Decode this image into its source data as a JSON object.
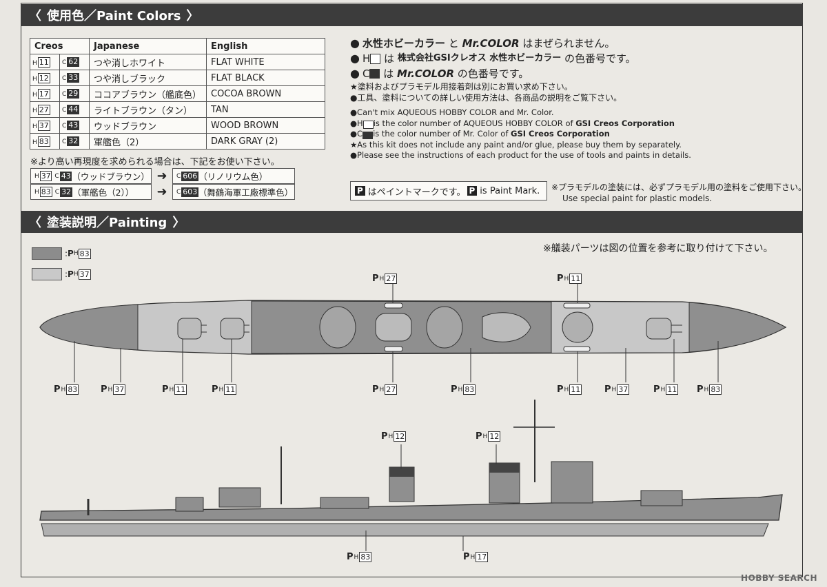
{
  "sections": {
    "colors_title": "使用色／Paint Colors",
    "painting_title": "塗装説明／Painting"
  },
  "table": {
    "headers": [
      "Creos",
      "Japanese",
      "English"
    ],
    "rows": [
      {
        "h": "11",
        "c": "62",
        "jp": "つや消しホワイト",
        "en": "FLAT WHITE"
      },
      {
        "h": "12",
        "c": "33",
        "jp": "つや消しブラック",
        "en": "FLAT BLACK"
      },
      {
        "h": "17",
        "c": "29",
        "jp": "ココアブラウン（艦底色）",
        "en": "COCOA BROWN"
      },
      {
        "h": "27",
        "c": "44",
        "jp": "ライトブラウン（タン）",
        "en": "TAN"
      },
      {
        "h": "37",
        "c": "43",
        "jp": "ウッドブラウン",
        "en": "WOOD BROWN"
      },
      {
        "h": "83",
        "c": "32",
        "jp": "軍艦色（2）",
        "en": "DARK GRAY (2)"
      }
    ]
  },
  "reproduction_note": "※より高い再現度を求められる場合は、下記をお使い下さい。",
  "mix_rows": [
    {
      "h": "37",
      "c": "43",
      "from_label": "（ウッドブラウン）",
      "to_c": "606",
      "to_label": "（リノリウム色）"
    },
    {
      "h": "83",
      "c": "32",
      "from_label": "（軍艦色（2））",
      "to_c": "603",
      "to_label": "（舞鶴海軍工廠標準色）"
    }
  ],
  "info": {
    "line1_a": "水性ホビーカラー",
    "line1_b": "と",
    "line1_c": "Mr.COLOR",
    "line1_d": "はまぜられません。",
    "line2_a": "は",
    "line2_b": "株式会社GSIクレオス 水性ホビーカラー",
    "line2_c": "の色番号です。",
    "line3_a": "は",
    "line3_b": "Mr.COLOR",
    "line3_c": "の色番号です。",
    "jp_note1": "★塗料およびプラモデル用接着剤は別にお買い求め下さい。",
    "jp_note2": "●工具、塗料についての詳しい使用方法は、各商品の説明をご覧下さい。",
    "en1": "●Can't mix AQUEOUS HOBBY COLOR and Mr. Color.",
    "en2_a": "is the color number of AQUEOUS HOBBY COLOR of",
    "en2_b": "GSI Creos Corporation",
    "en3_a": "is the color number of Mr. Color of",
    "en3_b": "GSI Creos Corporation",
    "en4": "★As this kit does not include any paint and/or glue, please buy them by separately.",
    "en5": "●Please see the instructions of each product for the use of tools and paints in details."
  },
  "paint_mark": {
    "jp": "はペイントマークです。",
    "en": "is Paint Mark.",
    "note_jp": "※プラモデルの塗装には、必ずプラモデル用の塗料をご使用下さい。",
    "note_en": "Use special paint for plastic models."
  },
  "painting_note": "※艤装パーツは図の位置を参考に取り付けて下さい。",
  "legend": [
    {
      "color": "#8c8c8c",
      "code": "83"
    },
    {
      "color": "#c9c9c9",
      "code": "37"
    }
  ],
  "labels": {
    "p": "P",
    "h": "H",
    "c": "C",
    "top_upper": [
      "27",
      "11"
    ],
    "top_lower": [
      "83",
      "37",
      "11",
      "11",
      "27",
      "83",
      "11",
      "37",
      "11",
      "83"
    ],
    "side_upper": [
      "12",
      "12"
    ],
    "side_lower": [
      "83",
      "17"
    ]
  },
  "footer": "HOBBY SEARCH"
}
